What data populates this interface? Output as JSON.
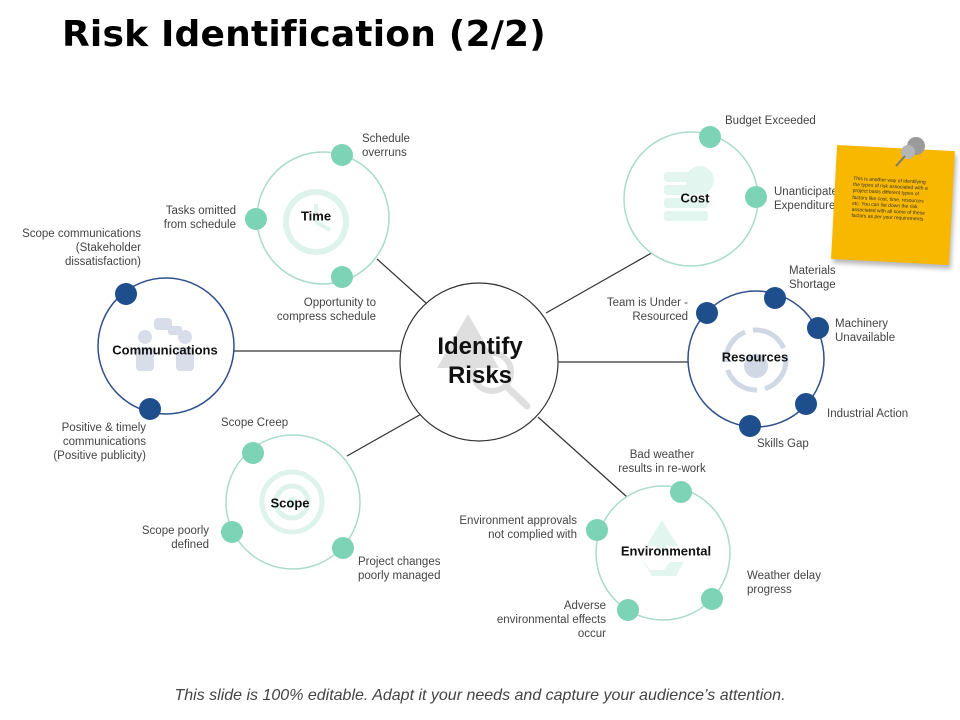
{
  "title": "Risk Identification (2/2)",
  "colors": {
    "mint": "#7dd3b5",
    "navy": "#1f4e8c",
    "light_ring": "#a9dcc8",
    "dark_ring": "#2f4f8c",
    "connector": "#333333",
    "note_yellow": "#f9b800"
  },
  "center": {
    "label_line1": "Identify",
    "label_line2": "Risks",
    "icon": "warning-magnifier-icon"
  },
  "nodes": {
    "time": {
      "label": "Time",
      "icon": "clock-icon",
      "items": [
        "Schedule overruns",
        "Tasks omitted from schedule",
        "Opportunity to compress schedule"
      ]
    },
    "cost": {
      "label": "Cost",
      "icon": "money-icon",
      "items": [
        "Budget Exceeded",
        "Unanticipated Expenditure"
      ]
    },
    "communications": {
      "label": "Communications",
      "icon": "people-talking-icon",
      "items": [
        "Scope communications (Stakeholder dissatisfaction)",
        "Positive & timely communications (Positive publicity)"
      ]
    },
    "resources": {
      "label": "Resources",
      "icon": "gear-cycle-icon",
      "items": [
        "Team is Under - Resourced",
        "Materials Shortage",
        "Machinery Unavailable",
        "Industrial Action",
        "Skills Gap"
      ]
    },
    "scope": {
      "label": "Scope",
      "icon": "target-icon",
      "items": [
        "Scope Creep",
        "Scope poorly defined",
        "Project changes poorly managed"
      ]
    },
    "environmental": {
      "label": "Environmental",
      "icon": "recycle-icon",
      "items": [
        "Bad weather results in re-work",
        "Environment approvals not complied with",
        "Weather delay progress",
        "Adverse environmental effects occur"
      ]
    }
  },
  "texts": {
    "schedule_overruns": [
      "Schedule",
      "overruns"
    ],
    "tasks_omitted": [
      "Tasks omitted",
      "from schedule"
    ],
    "opportunity": [
      "Opportunity to",
      "compress schedule"
    ],
    "budget_exceeded": [
      "Budget Exceeded"
    ],
    "unanticipated": [
      "Unanticipated",
      "Expenditure"
    ],
    "scope_comms": [
      "Scope communications",
      "(Stakeholder",
      "dissatisfaction)"
    ],
    "positive_comms": [
      "Positive & timely",
      "communications",
      "(Positive publicity)"
    ],
    "team_under": [
      "Team is Under -",
      "Resourced"
    ],
    "materials": [
      "Materials",
      "Shortage"
    ],
    "machinery": [
      "Machinery",
      "Unavailable"
    ],
    "industrial": [
      "Industrial Action"
    ],
    "skills_gap": [
      "Skills Gap"
    ],
    "scope_creep": [
      "Scope Creep"
    ],
    "scope_poorly": [
      "Scope poorly",
      "defined"
    ],
    "project_changes": [
      "Project changes",
      "poorly managed"
    ],
    "bad_weather": [
      "Bad weather",
      "results in re-work"
    ],
    "env_approvals": [
      "Environment approvals",
      "not complied with"
    ],
    "weather_delay": [
      "Weather delay",
      "progress"
    ],
    "adverse": [
      "Adverse",
      "environmental effects",
      "occur"
    ]
  },
  "sticky_note": {
    "text": "This is another way of identifying the types of risk associated with a project basis different types of factors like cost, time, resources etc. You can list down the risk associated with all some of these factors as per your requirements",
    "pin_icon": "pushpin-icon"
  },
  "footer": "This slide is 100% editable. Adapt it your needs and capture your audience’s attention."
}
